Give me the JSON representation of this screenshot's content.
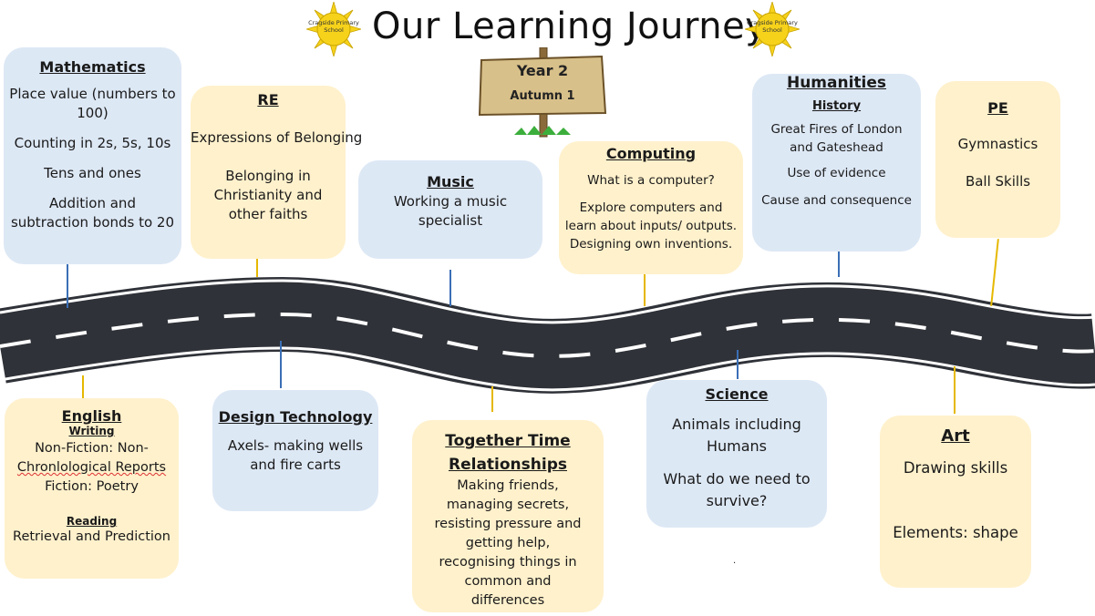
{
  "page": {
    "title": "Our Learning Journey",
    "school_badge": "Cragside Primary School",
    "sign": {
      "year": "Year 2",
      "term": "Autumn 1"
    }
  },
  "colors": {
    "blue_box": "#dde8f5",
    "yellow_box": "#fff1cc",
    "road": "#33363d",
    "connector_blue": "#3a6fb5",
    "connector_yellow": "#e6b800"
  },
  "subjects": {
    "mathematics": {
      "title": "Mathematics",
      "lines": [
        "Place value (numbers to 100)",
        "Counting in 2s, 5s, 10s",
        "Tens and ones",
        "Addition and subtraction bonds to 20"
      ]
    },
    "re": {
      "title": "RE",
      "lines": [
        "Expressions of Belonging",
        "Belonging in Christianity and other faiths"
      ]
    },
    "music": {
      "title": "Music",
      "lines": [
        "Working a music specialist"
      ]
    },
    "computing": {
      "title": "Computing",
      "lines": [
        "What is a computer?",
        "Explore computers and learn about inputs/ outputs. Designing own inventions."
      ]
    },
    "humanities": {
      "title": "Humanities",
      "subtitle": "History",
      "lines": [
        "Great Fires of London and Gateshead",
        "Use of evidence",
        "Cause and consequence"
      ]
    },
    "pe": {
      "title": "PE",
      "lines": [
        "Gymnastics",
        "Ball Skills"
      ]
    },
    "english": {
      "title": "English",
      "writing_label": "Writing",
      "writing_lines": [
        "Non-Fiction: Non-",
        "Chronlological Reports",
        "Fiction: Poetry"
      ],
      "reading_label": "Reading",
      "reading_lines": [
        "Retrieval and Prediction"
      ]
    },
    "design_technology": {
      "title": "Design Technology",
      "lines": [
        "Axels- making wells and fire carts"
      ]
    },
    "together_time": {
      "title": "Together Time Relationships",
      "lines": [
        "Making friends, managing secrets, resisting pressure and getting help, recognising things in common and differences"
      ]
    },
    "science": {
      "title": "Science",
      "lines": [
        "Animals including Humans",
        "What do we need to survive?",
        "."
      ]
    },
    "art": {
      "title": "Art",
      "lines": [
        "Drawing skills",
        "Elements: shape"
      ]
    }
  }
}
